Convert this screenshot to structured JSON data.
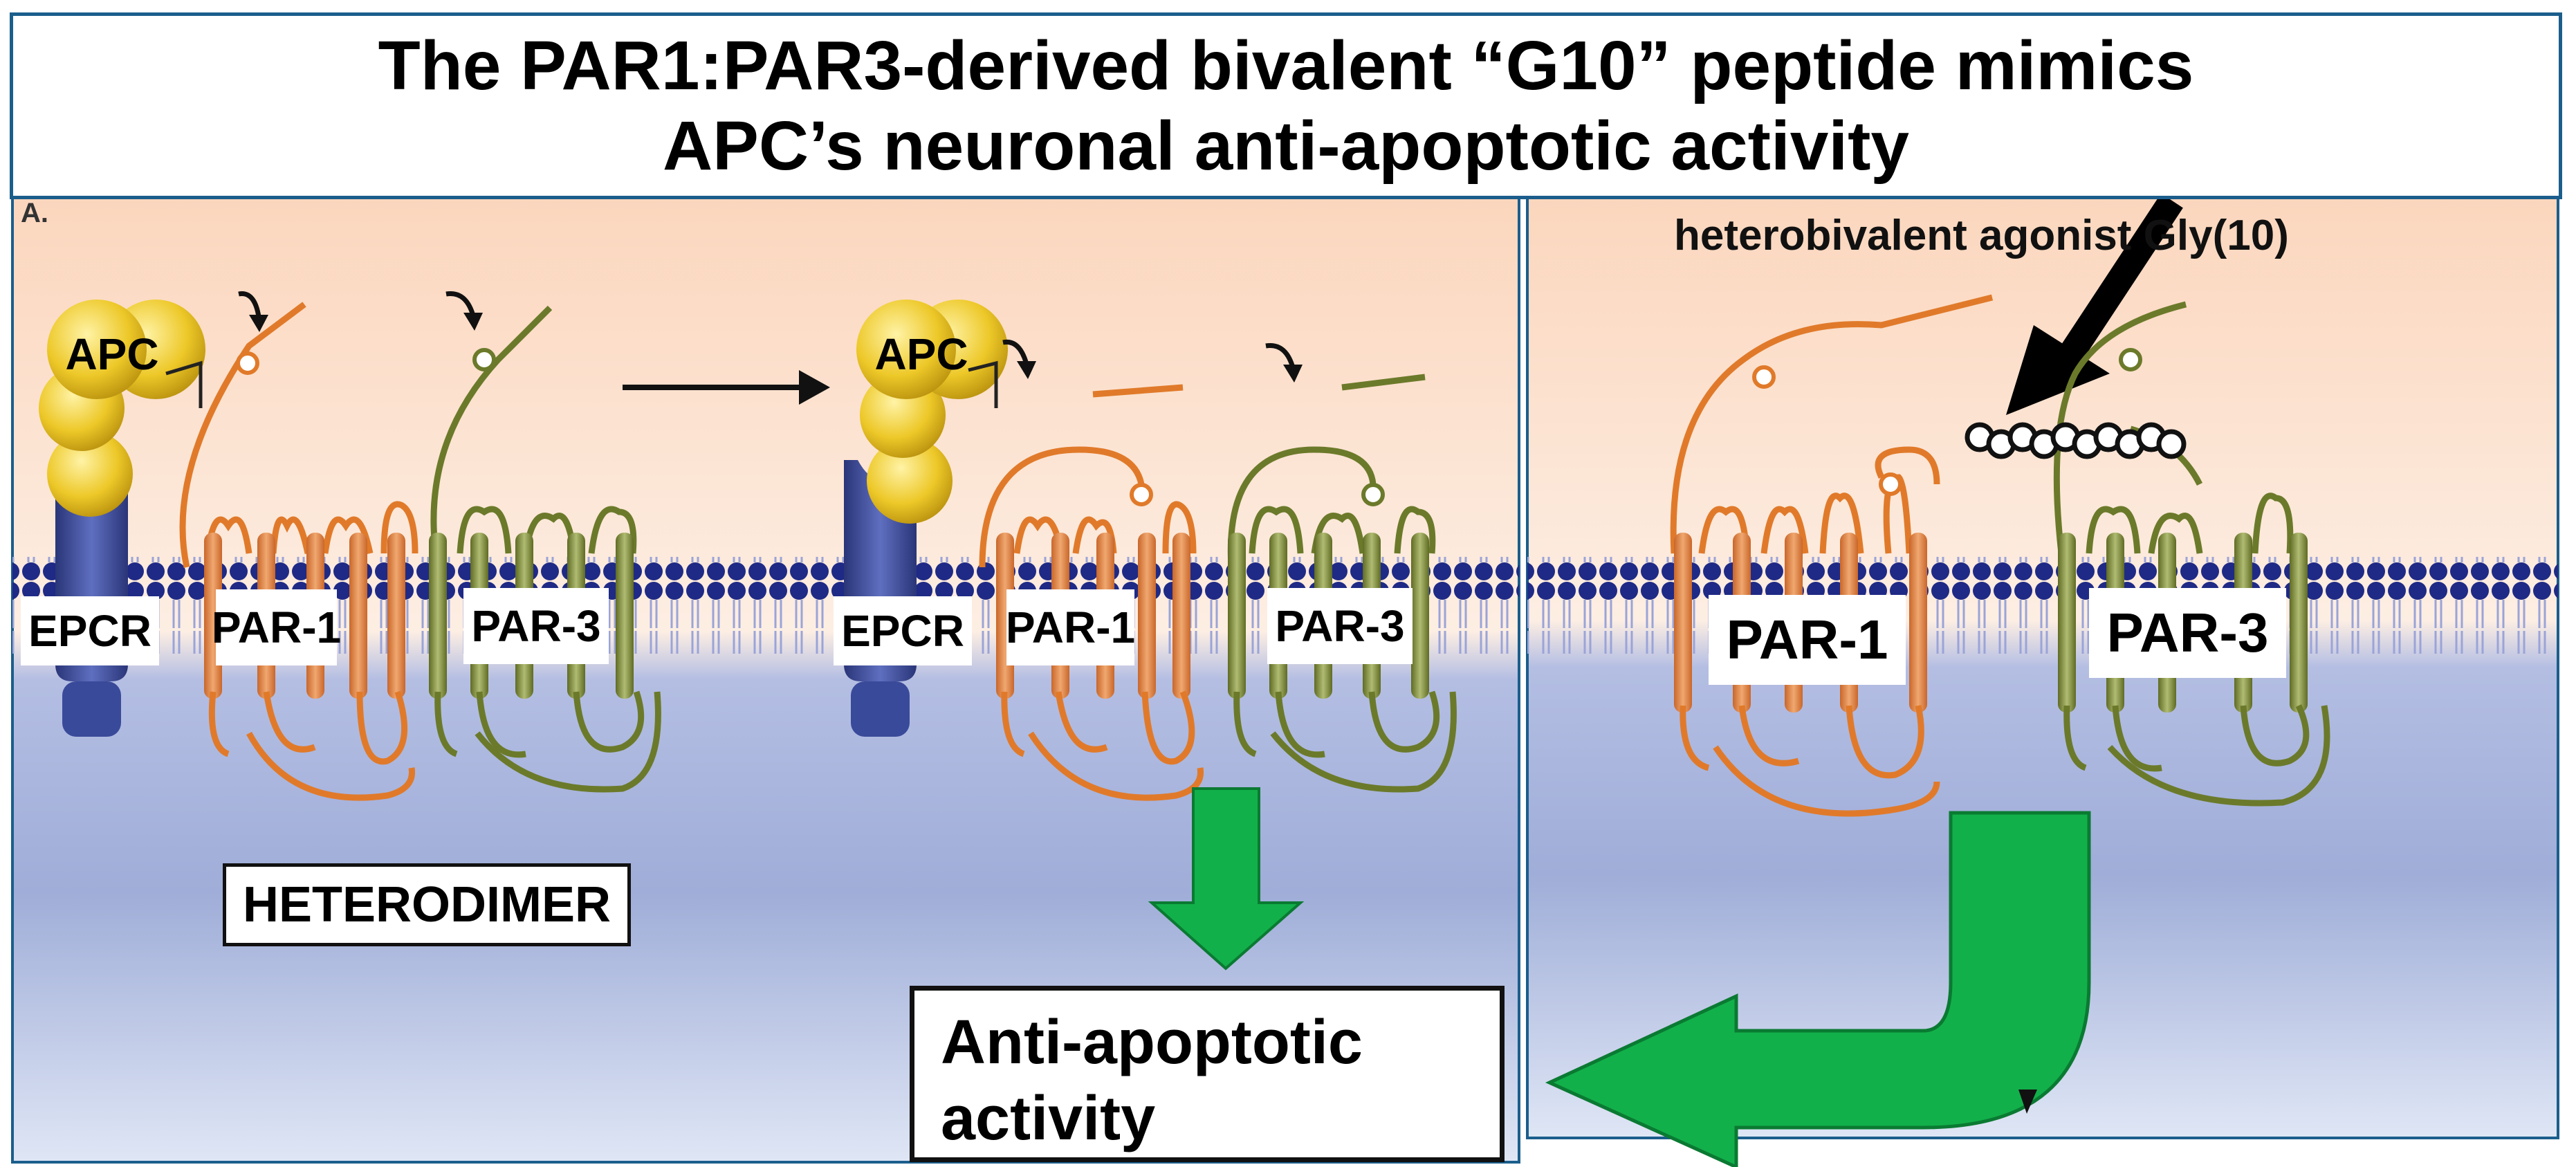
{
  "title": {
    "line1": "The PAR1:PAR3-derived bivalent “G10” peptide mimics",
    "line2": "APC’s neuronal anti-apoptotic activity"
  },
  "panel_a": {
    "tag": "A.",
    "left_state": {
      "apc": "APC",
      "epcr": "EPCR",
      "par1": "PAR-1",
      "par3": "PAR-3",
      "heterodimer": "HETERODIMER"
    },
    "right_state": {
      "apc": "APC",
      "epcr": "EPCR",
      "par1": "PAR-1",
      "par3": "PAR-3"
    }
  },
  "panel_b": {
    "agonist_label": "heterobivalent agonist Gly(10)",
    "par1": "PAR-1",
    "par3": "PAR-3"
  },
  "outcome": {
    "line1": "Anti-apoptotic",
    "line2": "activity"
  },
  "colors": {
    "extracellular": "#fbd9c0",
    "intracellular": "#9aaad6",
    "membrane_head": "#1f2a86",
    "par1": "#e07a2a",
    "par3": "#6b7a2a",
    "apc": "#e8c21e",
    "epcr": "#3a4a9a",
    "arrow_green": "#12b04a",
    "frame": "#1b5e8c"
  }
}
